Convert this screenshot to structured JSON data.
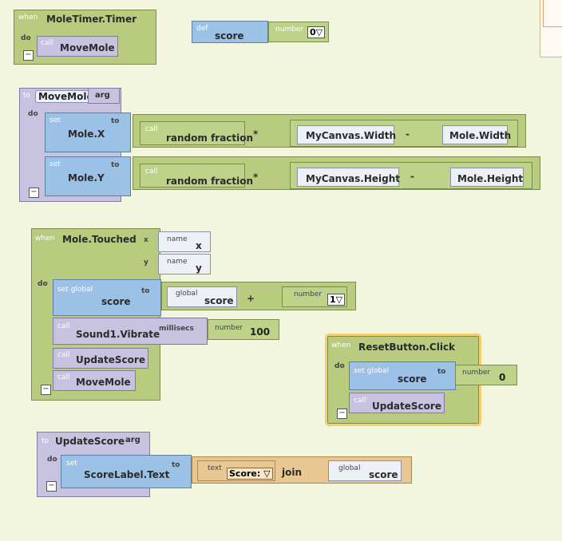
{
  "labels": {
    "when": "when",
    "do": "do",
    "call": "call",
    "def": "def",
    "number": "number",
    "to": "to",
    "arg": "arg",
    "set": "set",
    "set_global": "set global",
    "global": "global",
    "name": "name",
    "text": "text",
    "collapse": "−"
  },
  "mole_timer": {
    "event": "MoleTimer.Timer",
    "call": "MoveMole"
  },
  "def_score": {
    "name": "score",
    "value": "0"
  },
  "move_mole": {
    "proc": "MoveMole",
    "set_x": "Mole.X",
    "set_y": "Mole.Y",
    "random": "random fraction",
    "times": "*",
    "minus": "-",
    "canvas_width": "MyCanvas.Width",
    "mole_width": "Mole.Width",
    "canvas_height": "MyCanvas.Height",
    "mole_height": "Mole.Height"
  },
  "mole_touched": {
    "event": "Mole.Touched",
    "arg_x": "x",
    "arg_y": "y",
    "set_var": "score",
    "get_var": "score",
    "plus": "+",
    "increment": "1",
    "vibrate": "Sound1.Vibrate",
    "millisecs": "millisecs",
    "duration": "100",
    "update": "UpdateScore",
    "move": "MoveMole"
  },
  "reset_click": {
    "event": "ResetButton.Click",
    "var": "score",
    "value": "0",
    "update": "UpdateScore"
  },
  "update_score": {
    "proc": "UpdateScore",
    "setter": "ScoreLabel.Text",
    "text_value": "Score:",
    "join": "join",
    "global_var": "score"
  }
}
